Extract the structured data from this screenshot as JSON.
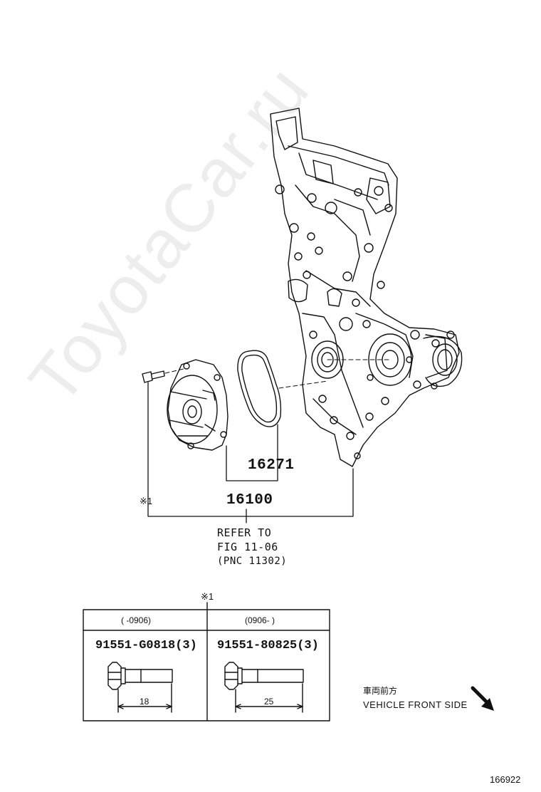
{
  "parts": {
    "gasket_pn": "16271",
    "pump_pn": "16100",
    "note_mark": "※1"
  },
  "reference": {
    "line1": "REFER TO",
    "line2": "FIG 11-06",
    "line3": "(PNC 11302)"
  },
  "table": {
    "mark": "※1",
    "columns": [
      {
        "range": "(    -0906)",
        "part": "91551-G0818(3)",
        "dim": "18"
      },
      {
        "range": "(0906-    )",
        "part": "91551-80825(3)",
        "dim": "25"
      }
    ]
  },
  "direction": {
    "jp": "車両前方",
    "en": "VEHICLE FRONT SIDE"
  },
  "illustration_id": "166922",
  "watermark": "ToyotaCar.ru"
}
